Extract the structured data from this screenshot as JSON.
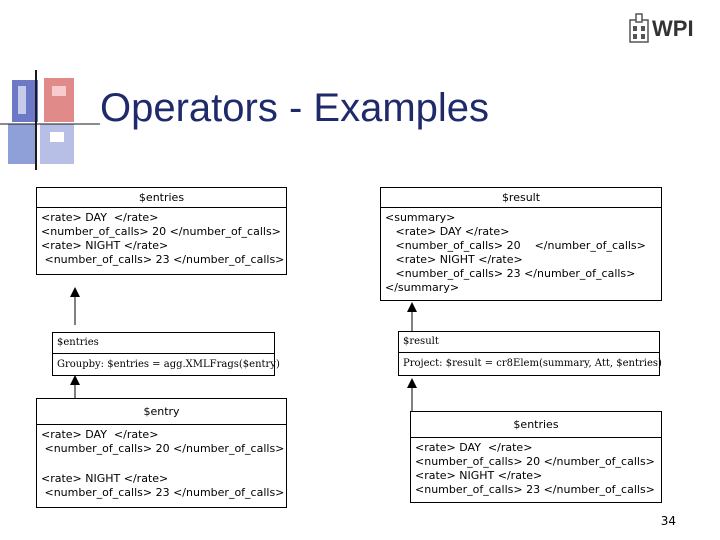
{
  "slide": {
    "title": "Operators - Examples",
    "logo_text": "WPI",
    "page_number": "34"
  },
  "diagram": {
    "left_top_box": {
      "header": "$entries",
      "lines": [
        "<rate> DAY  </rate>",
        "<number_of_calls> 20 </number_of_calls>",
        "<rate> NIGHT </rate>",
        " <number_of_calls> 23 </number_of_calls>"
      ]
    },
    "left_operator": {
      "label": "$entries",
      "expression": "Groupby: $entries = agg.XMLFrags($entry)"
    },
    "left_bottom_box": {
      "header": "$entry",
      "group1": [
        "<rate> DAY  </rate>",
        " <number_of_calls> 20 </number_of_calls>"
      ],
      "group2": [
        "<rate> NIGHT </rate>",
        " <number_of_calls> 23 </number_of_calls>"
      ]
    },
    "right_top_box": {
      "header": "$result",
      "lines": [
        "<summary>",
        "   <rate> DAY </rate>",
        "   <number_of_calls> 20    </number_of_calls>",
        "   <rate> NIGHT </rate>",
        "   <number_of_calls> 23 </number_of_calls>",
        "</summary>"
      ]
    },
    "right_operator": {
      "label": "$result",
      "expression": "Project: $result = cr8Elem(summary, Att, $entries)"
    },
    "right_bottom_box": {
      "header": "$entries",
      "lines": [
        "<rate> DAY  </rate>",
        "<number_of_calls> 20 </number_of_calls>",
        "<rate> NIGHT </rate>",
        "<number_of_calls> 23 </number_of_calls>"
      ]
    }
  }
}
